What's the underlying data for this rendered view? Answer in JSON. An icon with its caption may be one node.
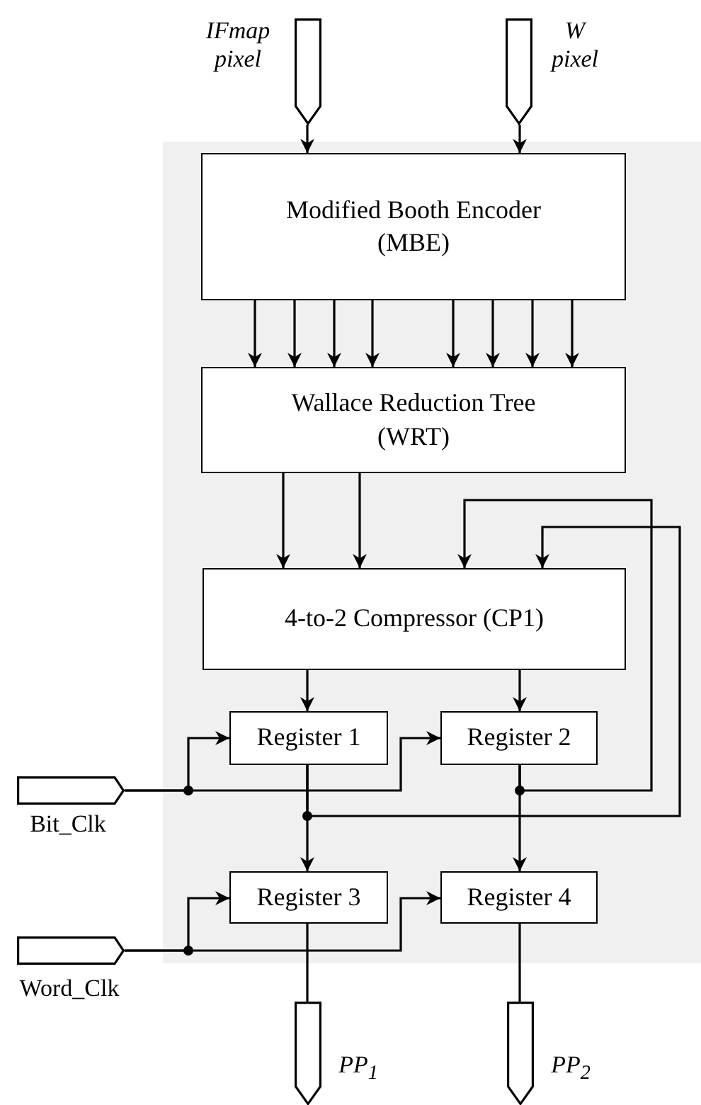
{
  "diagram": {
    "nodes": [
      {
        "text": [],
        "shape": "pentagon",
        "beside": [
          "IFmap pixel"
        ]
      },
      {
        "text": [],
        "shape": "pentagon",
        "beside": [
          "W pixel"
        ]
      },
      {
        "text": [
          "Modified Booth Encoder (MBE)"
        ]
      },
      {
        "text": [
          "Wallace Reduction Tree (WRT)"
        ]
      },
      {
        "text": [
          "4-to-2 Compressor (CP1)"
        ]
      },
      {
        "text": [],
        "shape": "pentagon",
        "beside": [
          "Bit_Clk"
        ]
      },
      {
        "text": [
          "Register 1"
        ]
      },
      {
        "text": [
          "Register 2"
        ]
      },
      {
        "text": [],
        "shape": "pentagon",
        "beside": [
          "Word_Clk"
        ]
      },
      {
        "text": [
          "Register 3"
        ]
      },
      {
        "text": [
          "Register 4"
        ]
      },
      {
        "text": [],
        "shape": "pentagon",
        "beside": [
          "PP$_{1}$"
        ]
      },
      {
        "text": [],
        "shape": "pentagon",
        "beside": [
          "PP$_{2}$"
        ]
      }
    ],
    "edges": [
      {
        "from": 0,
        "to": 2,
        "arrow": "to"
      },
      {
        "from": 1,
        "to": 2,
        "arrow": "to"
      },
      {
        "from": 2,
        "to": 3,
        "arrow": "to"
      },
      {
        "from": 2,
        "to": 3,
        "arrow": "to"
      },
      {
        "from": 2,
        "to": 3,
        "arrow": "to"
      },
      {
        "from": 2,
        "to": 3,
        "arrow": "to"
      },
      {
        "from": 2,
        "to": 3,
        "arrow": "to"
      },
      {
        "from": 2,
        "to": 3,
        "arrow": "to"
      },
      {
        "from": 2,
        "to": 3,
        "arrow": "to"
      },
      {
        "from": 2,
        "to": 3,
        "arrow": "to"
      },
      {
        "from": 3,
        "to": 4,
        "arrow": "to"
      },
      {
        "from": 3,
        "to": 4,
        "arrow": "to"
      },
      {
        "from": 4,
        "to": 6,
        "arrow": "to"
      },
      {
        "from": 4,
        "to": 7,
        "arrow": "to"
      },
      {
        "from": 5,
        "to": 6,
        "arrow": "to"
      },
      {
        "from": 5,
        "to": 7,
        "arrow": "to"
      },
      {
        "from": 6,
        "to": 9,
        "arrow": "to"
      },
      {
        "from": 7,
        "to": 10,
        "arrow": "to"
      },
      {
        "from": 7,
        "to": 4,
        "arrow": "to"
      },
      {
        "from": 6,
        "to": 4,
        "arrow": "to"
      },
      {
        "from": 8,
        "to": 9,
        "arrow": "to"
      },
      {
        "from": 8,
        "to": 10,
        "arrow": "to"
      },
      {
        "from": 9,
        "to": 11,
        "arrow": "none"
      },
      {
        "from": 10,
        "to": 12,
        "arrow": "none"
      }
    ]
  }
}
